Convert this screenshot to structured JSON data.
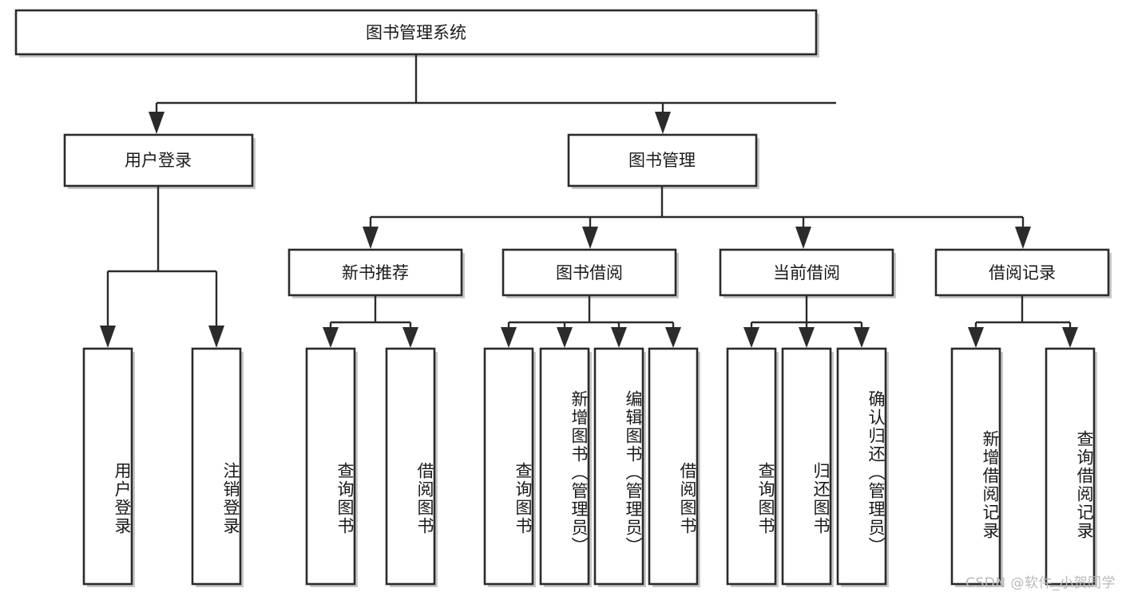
{
  "diagram": {
    "title": "图书管理系统",
    "type": "tree-hierarchy-chart",
    "watermark": "CSDN @软件_小贺同学",
    "colors": {
      "box_fill": "#ffffff",
      "box_stroke": "#2b2b2b",
      "text": "#1a1a1a",
      "watermark": "#b9b9b9",
      "background": "#ffffff"
    },
    "root": {
      "label": "图书管理系统"
    },
    "level2": [
      {
        "id": "user-login",
        "label": "用户登录"
      },
      {
        "id": "book-manage",
        "label": "图书管理"
      }
    ],
    "level3": [
      {
        "id": "new-book-recommend",
        "label": "新书推荐",
        "parent": "book-manage"
      },
      {
        "id": "book-borrow",
        "label": "图书借阅",
        "parent": "book-manage"
      },
      {
        "id": "current-borrow",
        "label": "当前借阅",
        "parent": "book-manage"
      },
      {
        "id": "borrow-record",
        "label": "借阅记录",
        "parent": "book-manage"
      }
    ],
    "leaves": [
      {
        "id": "leaf-user-login",
        "label": "用户登录",
        "parent": "user-login"
      },
      {
        "id": "leaf-user-logout",
        "label": "注销登录",
        "parent": "user-login"
      },
      {
        "id": "leaf-query-book-1",
        "label": "查询图书",
        "parent": "new-book-recommend"
      },
      {
        "id": "leaf-borrow-book-1",
        "label": "借阅图书",
        "parent": "new-book-recommend"
      },
      {
        "id": "leaf-query-book-2",
        "label": "查询图书",
        "parent": "book-borrow"
      },
      {
        "id": "leaf-add-book",
        "label": "新增图书（管理员）",
        "parent": "book-borrow"
      },
      {
        "id": "leaf-edit-book",
        "label": "编辑图书（管理员）",
        "parent": "book-borrow"
      },
      {
        "id": "leaf-borrow-book-2",
        "label": "借阅图书",
        "parent": "book-borrow"
      },
      {
        "id": "leaf-query-book-3",
        "label": "查询图书",
        "parent": "current-borrow"
      },
      {
        "id": "leaf-return-book",
        "label": "归还图书",
        "parent": "current-borrow"
      },
      {
        "id": "leaf-confirm-return",
        "label": "确认归还（管理员）",
        "parent": "current-borrow"
      },
      {
        "id": "leaf-add-record",
        "label": "新增借阅记录",
        "parent": "borrow-record"
      },
      {
        "id": "leaf-query-record",
        "label": "查询借阅记录",
        "parent": "borrow-record"
      }
    ]
  }
}
